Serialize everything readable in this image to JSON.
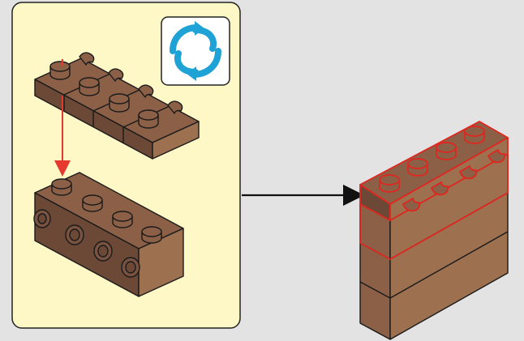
{
  "step": {
    "subassembly_panel": {
      "background": "#fdf8c6",
      "border": "#222222",
      "rotate_badge_icon": "rotate-arrows-icon",
      "rotate_badge_color": "#1fa3d6"
    },
    "colors": {
      "brick_top": "#8b6047",
      "brick_left": "#6c4837",
      "brick_right": "#9d7050",
      "placement_arrow": "#e63a2e",
      "highlight_outline": "#e0261e",
      "connector_arrow": "#111111",
      "outline": "#1a1a1a"
    },
    "parts": [
      {
        "name": "plate-1x4-with-clips",
        "color": "reddish-brown"
      },
      {
        "name": "brick-1x4-with-side-studs",
        "color": "reddish-brown"
      }
    ],
    "result": {
      "stack_brick_count": 3,
      "highlighted_part": "plate-1x4-with-clips"
    }
  }
}
